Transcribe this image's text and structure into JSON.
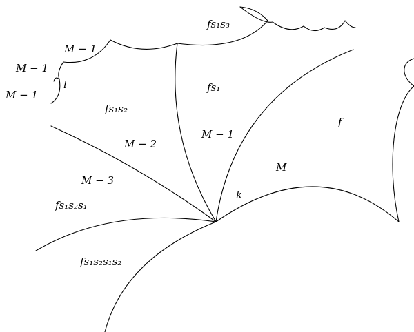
{
  "colors": {
    "stroke": "#000000",
    "background": "#ffffff"
  },
  "labels": {
    "fs1s3": "fs₁s₃",
    "m1_top": "M − 1",
    "m1_left_a": "M − 1",
    "l": "l",
    "m1_left_b": "M − 1",
    "fs1": "fs₁",
    "fs1s2": "fs₁s₂",
    "f": "f",
    "m2": "M − 2",
    "m1_center": "M − 1",
    "m": "M",
    "m3": "M − 3",
    "k": "k",
    "fs1s2s1": "fs₁s₂s₁",
    "fs1s2s1s2": "fs₁s₂s₁s₂"
  }
}
